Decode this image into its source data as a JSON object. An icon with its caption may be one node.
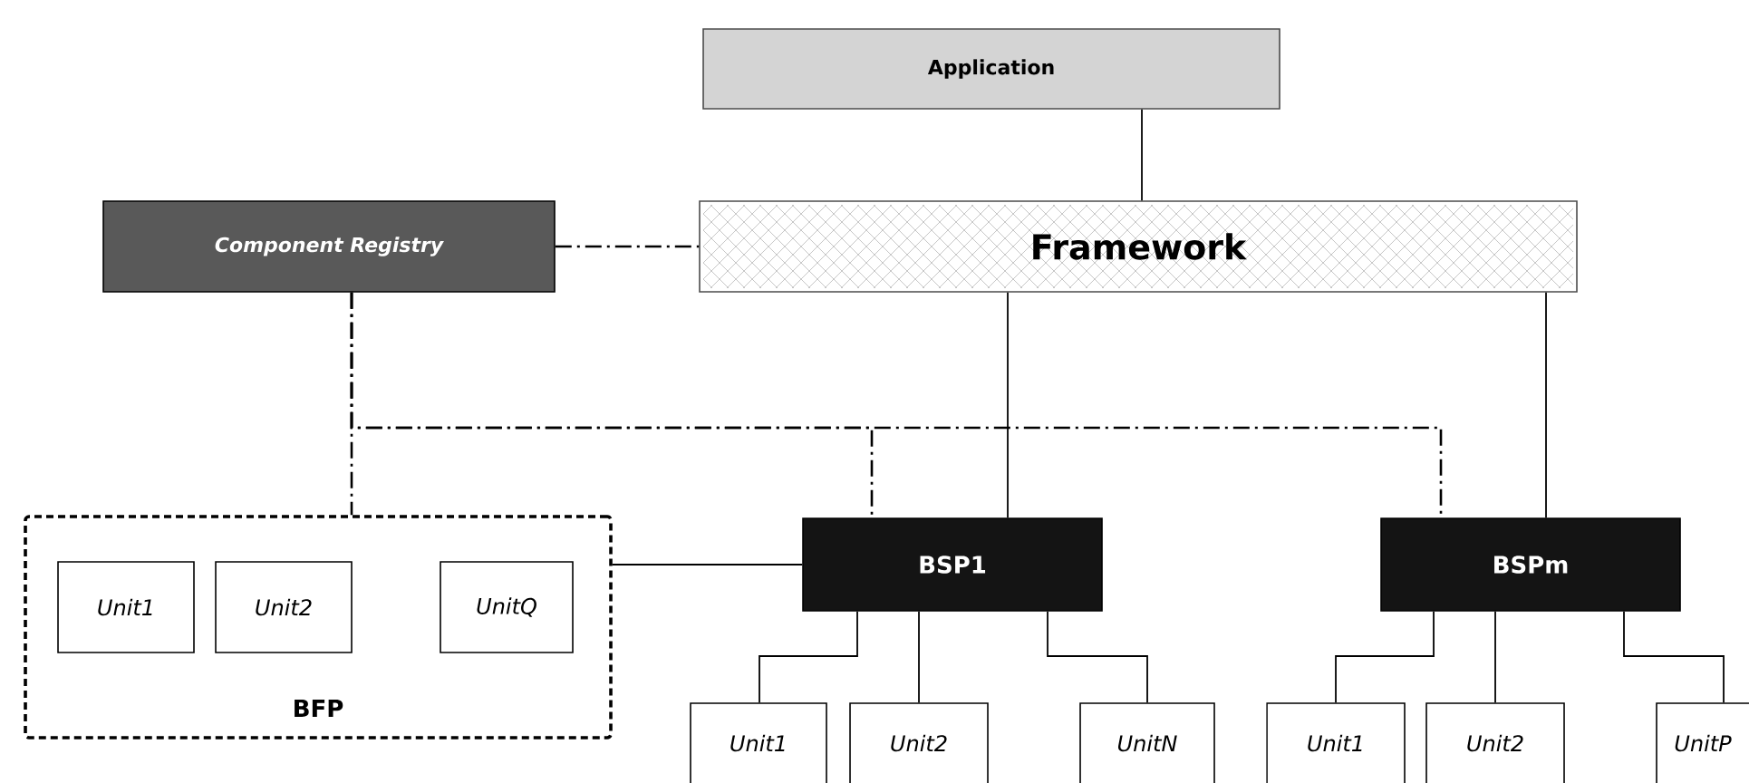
{
  "diagram": {
    "nodes": [
      {
        "text": [
          "Application"
        ]
      },
      {
        "text": [
          "Component Registry"
        ]
      },
      {
        "text": [
          "Framework"
        ]
      },
      {
        "text": [
          "BFP"
        ]
      },
      {
        "text": [
          "Unit1"
        ],
        "in": 3
      },
      {
        "text": [
          "Unit2"
        ],
        "in": 3
      },
      {
        "text": [
          "UnitQ"
        ],
        "in": 3
      },
      {
        "text": [
          "BSP1"
        ]
      },
      {
        "text": [
          "BSPm"
        ]
      },
      {
        "text": [
          "Unit1"
        ]
      },
      {
        "text": [
          "Unit2"
        ]
      },
      {
        "text": [
          "UnitN"
        ]
      },
      {
        "text": [
          "Unit1"
        ]
      },
      {
        "text": [
          "Unit2"
        ]
      },
      {
        "text": [
          "UnitP"
        ]
      }
    ],
    "edges": [
      {
        "from": 0,
        "to": 2,
        "arrow": "none"
      },
      {
        "from": 1,
        "to": 2,
        "arrow": "none",
        "style": "dashed"
      },
      {
        "from": 2,
        "to": 7,
        "arrow": "none"
      },
      {
        "from": 2,
        "to": 8,
        "arrow": "none"
      },
      {
        "from": 1,
        "to": 3,
        "arrow": "none",
        "style": "dashed"
      },
      {
        "from": 1,
        "to": 7,
        "arrow": "none",
        "style": "dashed"
      },
      {
        "from": 1,
        "to": 8,
        "arrow": "none",
        "style": "dashed"
      },
      {
        "from": 3,
        "to": 7,
        "arrow": "none"
      },
      {
        "from": 7,
        "to": 9,
        "arrow": "none"
      },
      {
        "from": 7,
        "to": 10,
        "arrow": "none"
      },
      {
        "from": 7,
        "to": 11,
        "arrow": "none"
      },
      {
        "from": 8,
        "to": 12,
        "arrow": "none"
      },
      {
        "from": 8,
        "to": 13,
        "arrow": "none"
      },
      {
        "from": 8,
        "to": 14,
        "arrow": "none"
      }
    ]
  }
}
